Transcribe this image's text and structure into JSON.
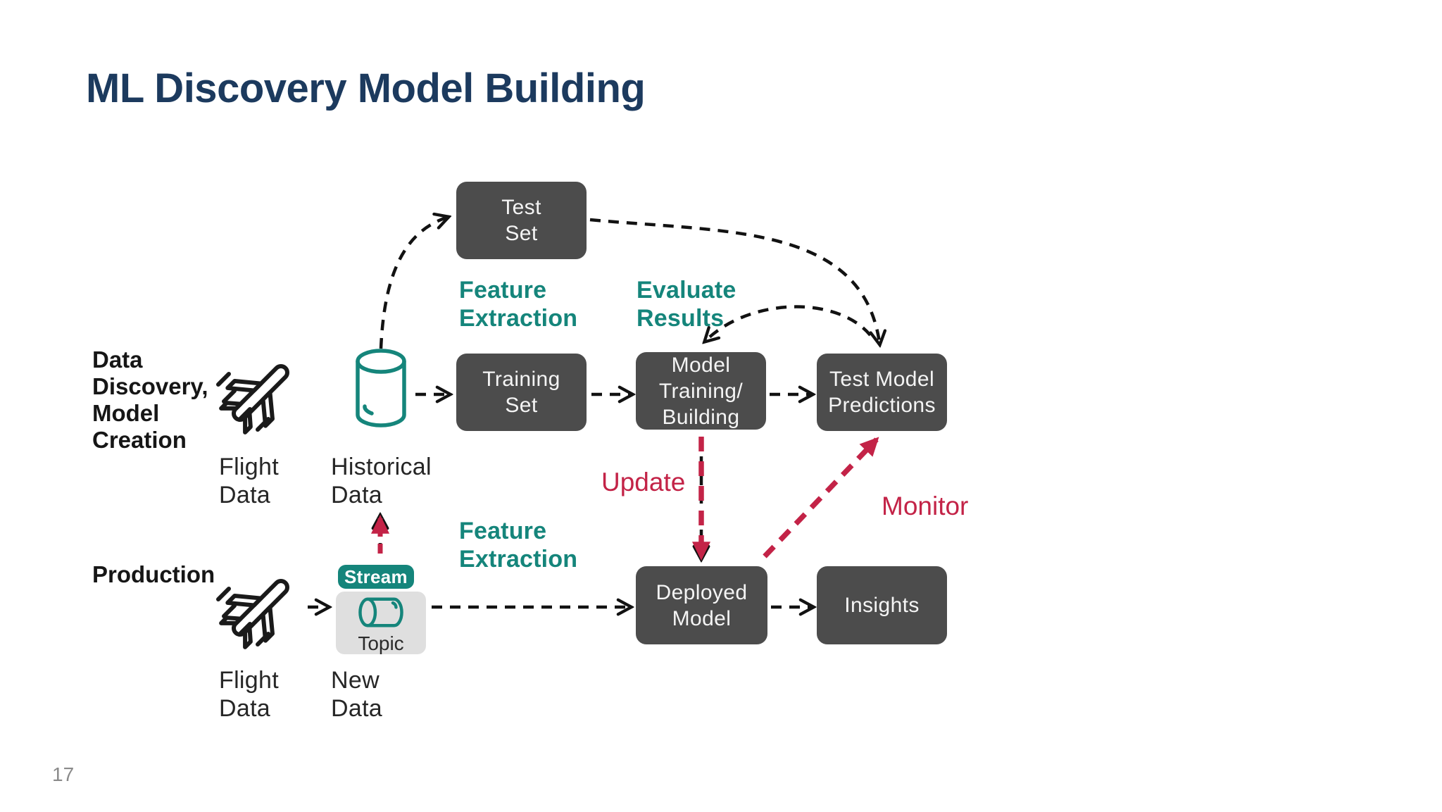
{
  "slide": {
    "title": "ML Discovery Model Building",
    "page_number": "17"
  },
  "colors": {
    "navy": "#1C3A5E",
    "teal": "#15857B",
    "box": "#4C4C4C",
    "red": "#C32347",
    "topic_bg": "#DFDFDF",
    "ink": "#1F1F1F"
  },
  "sections": {
    "discovery": "Data\nDiscovery,\nModel\nCreation",
    "production": "Production"
  },
  "nodes": {
    "test_set": "Test\nSet",
    "training_set": "Training\nSet",
    "model_training": "Model\nTraining/\nBuilding",
    "test_model_predictions": "Test Model\nPredictions",
    "deployed_model": "Deployed\nModel",
    "insights": "Insights"
  },
  "labels": {
    "feature_extraction_top": "Feature\nExtraction",
    "evaluate_results": "Evaluate\nResults",
    "feature_extraction_bottom": "Feature\nExtraction",
    "update": "Update",
    "monitor": "Monitor"
  },
  "data_items": {
    "flight_data_top": "Flight\nData",
    "historical_data": "Historical\nData",
    "stream": "Stream",
    "topic": "Topic",
    "flight_data_bottom": "Flight\nData",
    "new_data": "New\nData"
  },
  "edges": [
    {
      "from": "historical-data",
      "to": "test-set",
      "style": "black-dashed"
    },
    {
      "from": "historical-data",
      "to": "training-set",
      "style": "black-dashed"
    },
    {
      "from": "training-set",
      "to": "model-training",
      "style": "black-dashed"
    },
    {
      "from": "model-training",
      "to": "test-model-predictions",
      "style": "black-dashed"
    },
    {
      "from": "test-set",
      "to": "test-model-predictions",
      "style": "black-dashed-curve"
    },
    {
      "from": "test-model-predictions",
      "to": "model-training",
      "style": "black-dashed-curve",
      "label": "Evaluate Results"
    },
    {
      "from": "model-training",
      "to": "deployed-model",
      "style": "red-dashed",
      "label": "Update"
    },
    {
      "from": "deployed-model",
      "to": "test-model-predictions",
      "style": "red-dashed",
      "label": "Monitor"
    },
    {
      "from": "flight-data-production",
      "to": "stream-topic",
      "style": "black-dashed"
    },
    {
      "from": "stream-topic",
      "to": "deployed-model",
      "style": "black-dashed",
      "label": "Feature Extraction"
    },
    {
      "from": "stream-topic",
      "to": "historical-data",
      "style": "red-dashed"
    },
    {
      "from": "deployed-model",
      "to": "insights",
      "style": "black-dashed"
    }
  ]
}
